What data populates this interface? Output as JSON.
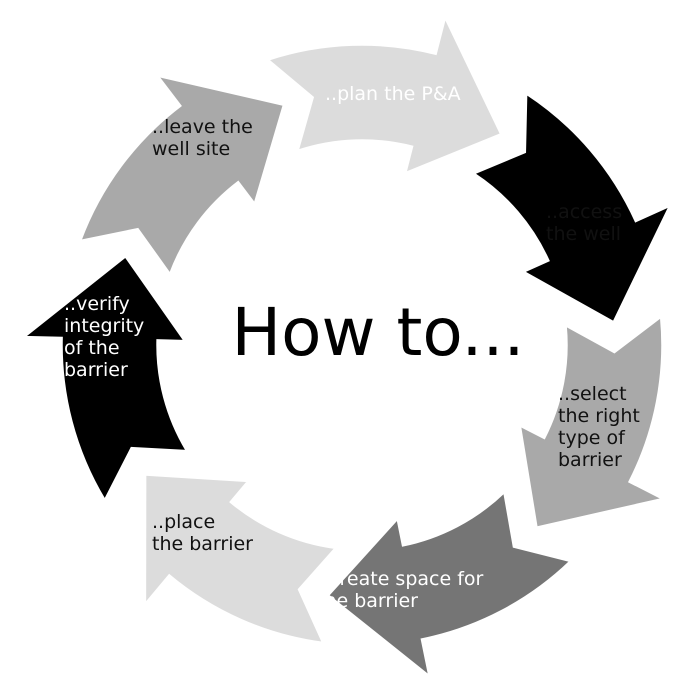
{
  "center": {
    "title": "How to..."
  },
  "steps": [
    {
      "lines": [
        "..plan the P&A"
      ],
      "fill": "#000000",
      "text_color": "#ffffff"
    },
    {
      "lines": [
        "..access",
        "the well"
      ],
      "fill": "#a9a9a9",
      "text_color": "#111111"
    },
    {
      "lines": [
        "..select",
        "the right",
        "type of",
        "barrier"
      ],
      "fill": "#dcdcdc",
      "text_color": "#111111"
    },
    {
      "lines": [
        "..create space for",
        "the barrier"
      ],
      "fill": "#000000",
      "text_color": "#ffffff"
    },
    {
      "lines": [
        "..place",
        "the barrier"
      ],
      "fill": "#a9a9a9",
      "text_color": "#111111"
    },
    {
      "lines": [
        "..verify",
        "integrity",
        "of the",
        "barrier"
      ],
      "fill": "#757575",
      "text_color": "#ffffff"
    },
    {
      "lines": [
        "..leave the",
        "well site"
      ],
      "fill": "#dcdcdc",
      "text_color": "#111111"
    }
  ]
}
